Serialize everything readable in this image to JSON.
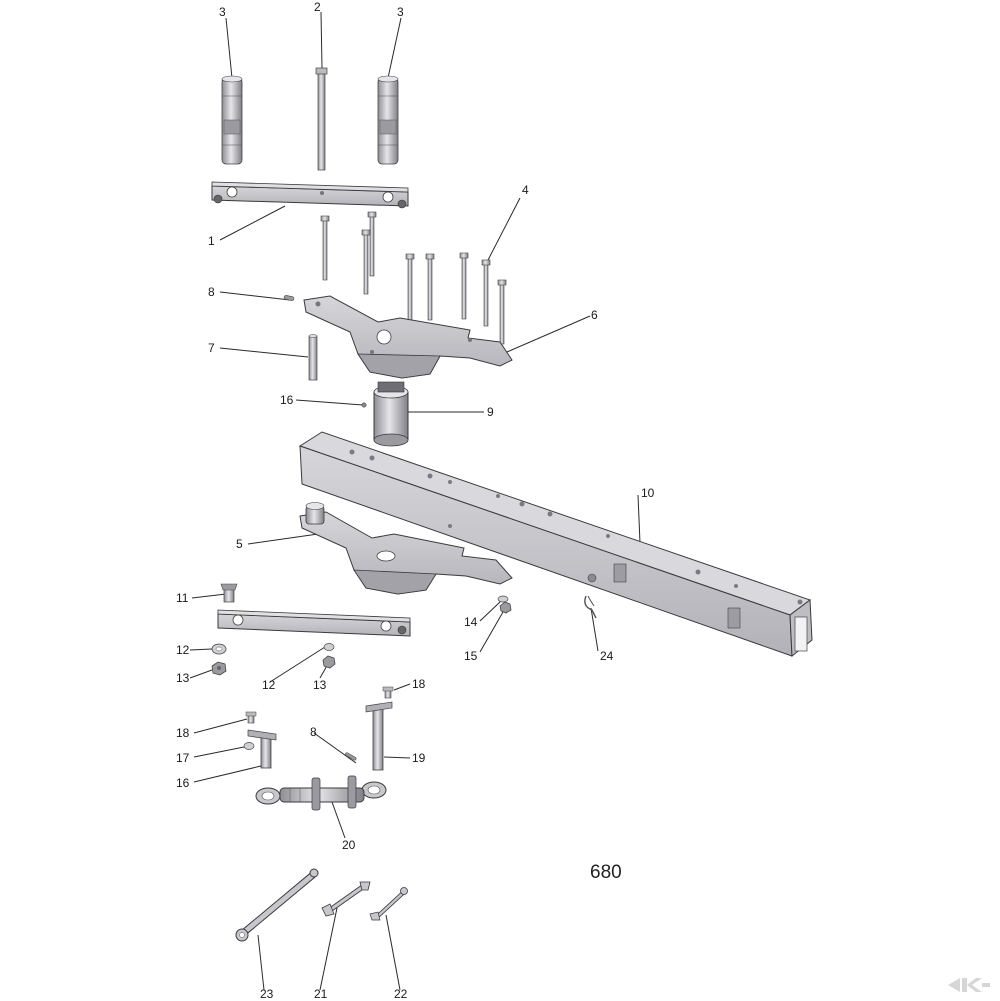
{
  "drawing_number": "680",
  "labels": {
    "l1": "1",
    "l2": "2",
    "l3a": "3",
    "l3b": "3",
    "l4": "4",
    "l5": "5",
    "l6": "6",
    "l7": "7",
    "l8a": "8",
    "l8b": "8",
    "l9": "9",
    "l10": "10",
    "l11": "11",
    "l12a": "12",
    "l12b": "12",
    "l13a": "13",
    "l13b": "13",
    "l14": "14",
    "l15": "15",
    "l16a": "16",
    "l16b": "16",
    "l17": "17",
    "l18a": "18",
    "l18b": "18",
    "l19": "19",
    "l20": "20",
    "l21": "21",
    "l22": "22",
    "l23": "23",
    "l24": "24"
  },
  "colors": {
    "part_fill": "#c4c4c8",
    "part_dark": "#8f8f95",
    "part_light": "#e2e2e6",
    "outline": "#3a3a3e",
    "leader": "#2a2a2a",
    "logo": "#d6d6d6"
  },
  "icons": {
    "logo": "brand-logo-icon"
  }
}
